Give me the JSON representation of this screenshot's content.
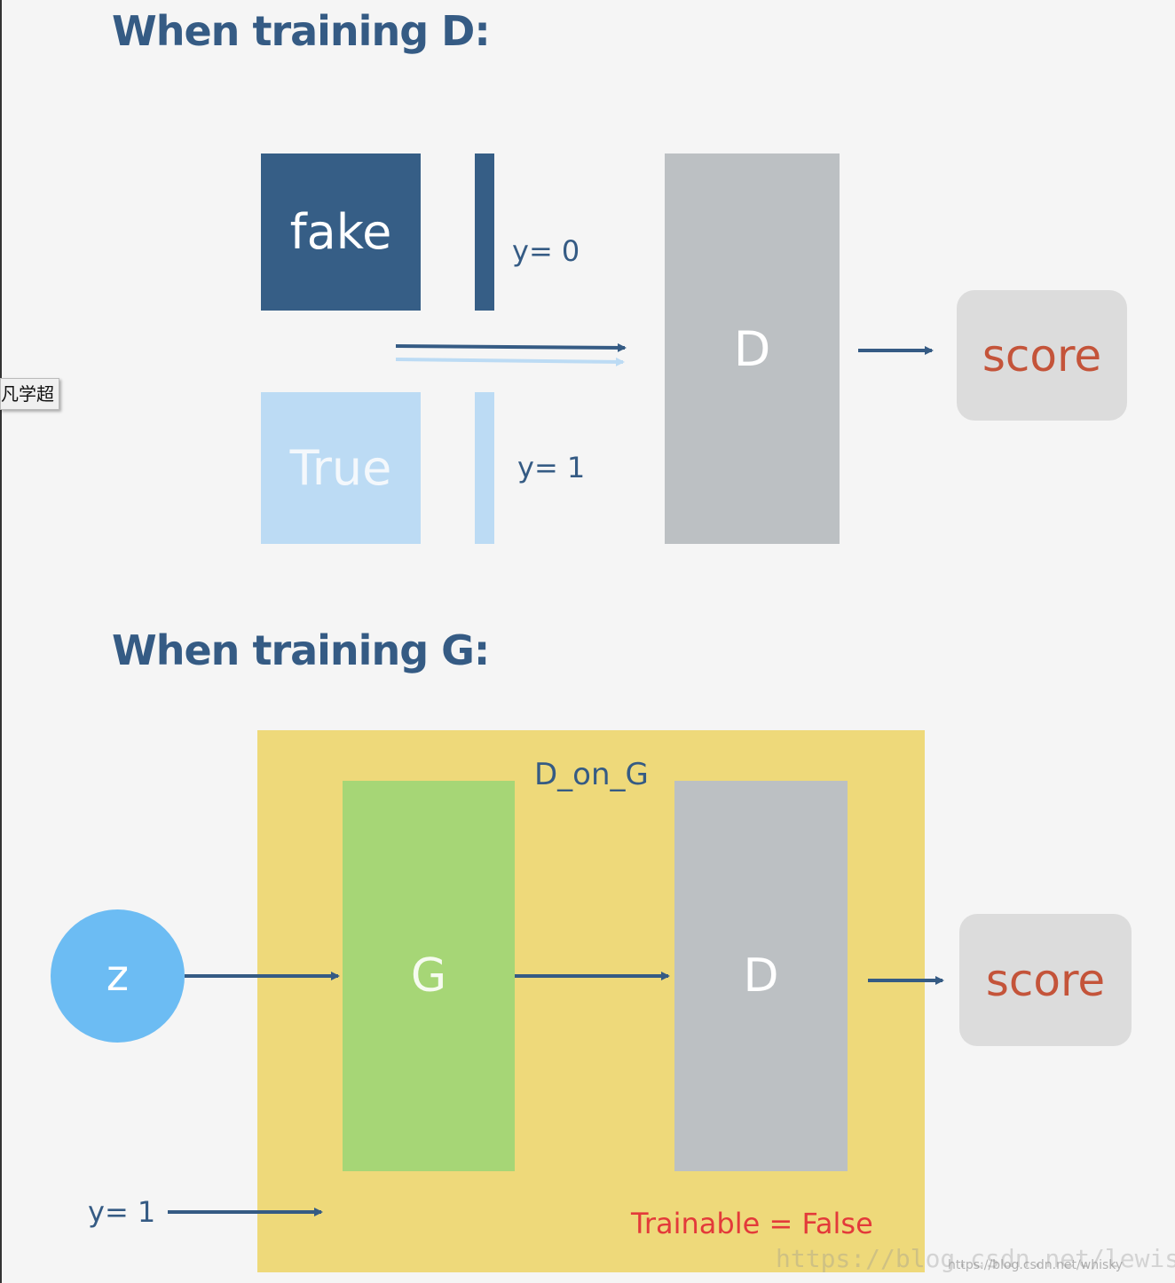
{
  "tooltip": {
    "text": "凡学超"
  },
  "section_d": {
    "heading": "When training D:",
    "fake_label": "fake",
    "true_label": "True",
    "y_fake": "y= 0",
    "y_true": "y= 1",
    "d_label": "D",
    "score_label": "score"
  },
  "section_g": {
    "heading": "When training G:",
    "container_label": "D_on_G",
    "z_label": "z",
    "g_label": "G",
    "d_label": "D",
    "score_label": "score",
    "y_label": "y= 1",
    "trainable_label": "Trainable = False"
  },
  "watermark": {
    "main": "https://blog.csdn.net/lewisplu",
    "small": "https://blog.csdn.net/whisky"
  },
  "colors": {
    "fake": "#365e86",
    "true": "#bcdbf4",
    "d_block": "#bcc0c3",
    "g_block": "#a6d676",
    "container": "#eed97a",
    "z_circle": "#6cbcf3",
    "arrow": "#355b84",
    "score_text": "#c4543a",
    "trainable_text": "#e33a3a"
  }
}
